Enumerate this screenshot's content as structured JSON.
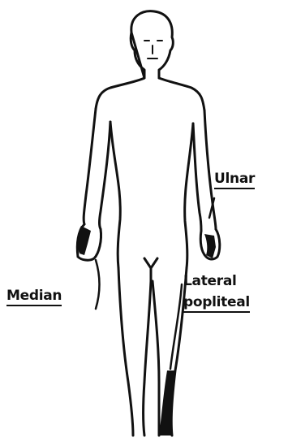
{
  "diagram": {
    "labels": {
      "ulnar": "Ulnar",
      "median": "Median",
      "lateral_line1": "Lateral",
      "lateral_line2": "popliteal"
    },
    "colors": {
      "ink": "#111111",
      "background": "#ffffff"
    }
  }
}
